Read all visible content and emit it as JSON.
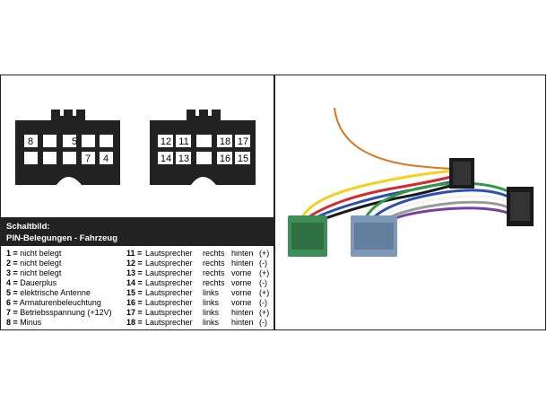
{
  "schematic": {
    "title": "Schaltbild:",
    "subtitle": "PIN-Belegungen - Fahrzeug",
    "left_connector_labels": [
      "8",
      "5",
      "7",
      "4"
    ],
    "right_connector_labels": [
      "12",
      "11",
      "18",
      "17",
      "14",
      "13",
      "16",
      "15"
    ]
  },
  "pins_left": [
    {
      "num": "1 =",
      "desc": "nicht belegt"
    },
    {
      "num": "2 =",
      "desc": "nicht belegt"
    },
    {
      "num": "3 =",
      "desc": "nicht belegt"
    },
    {
      "num": "4 =",
      "desc": "Dauerplus"
    },
    {
      "num": "5 =",
      "desc": "elektrische Antenne"
    },
    {
      "num": "6 =",
      "desc": "Armaturenbeleuchtung"
    },
    {
      "num": "7 =",
      "desc": "Betriebsspannung (+12V)"
    },
    {
      "num": "8 =",
      "desc": "Minus"
    }
  ],
  "pins_right": [
    {
      "num": "11 =",
      "name": "Lautsprecher",
      "side": "rechts",
      "pos": "hinten",
      "pol": "(+)"
    },
    {
      "num": "12 =",
      "name": "Lautsprecher",
      "side": "rechts",
      "pos": "hinten",
      "pol": "(-)"
    },
    {
      "num": "13 =",
      "name": "Lautsprecher",
      "side": "rechts",
      "pos": "vorne",
      "pol": "(+)"
    },
    {
      "num": "14 =",
      "name": "Lautsprecher",
      "side": "rechts",
      "pos": "vorne",
      "pol": "(-)"
    },
    {
      "num": "15 =",
      "name": "Lautsprecher",
      "side": "links",
      "pos": "vorne",
      "pol": "(+)"
    },
    {
      "num": "16 =",
      "name": "Lautsprecher",
      "side": "links",
      "pos": "vorne",
      "pol": "(-)"
    },
    {
      "num": "17 =",
      "name": "Lautsprecher",
      "side": "links",
      "pos": "hinten",
      "pol": "(+)"
    },
    {
      "num": "18 =",
      "name": "Lautsprecher",
      "side": "links",
      "pos": "hinten",
      "pol": "(-)"
    }
  ],
  "colors": {
    "ink": "#222222",
    "green_plug": "#3e8f55",
    "blue_plug": "#7e98b8",
    "wire_orange": "#e0721a",
    "wire_red": "#d42a2a",
    "wire_yellow": "#f2d21b",
    "wire_blue": "#2a4fb5",
    "wire_green": "#2e9a48",
    "wire_white": "#f4f4f4",
    "wire_grey": "#9a9a9a",
    "wire_violet": "#7a3fa3",
    "wire_black": "#1a1a1a"
  },
  "photo": {
    "subject": "iso-harness-photo"
  }
}
